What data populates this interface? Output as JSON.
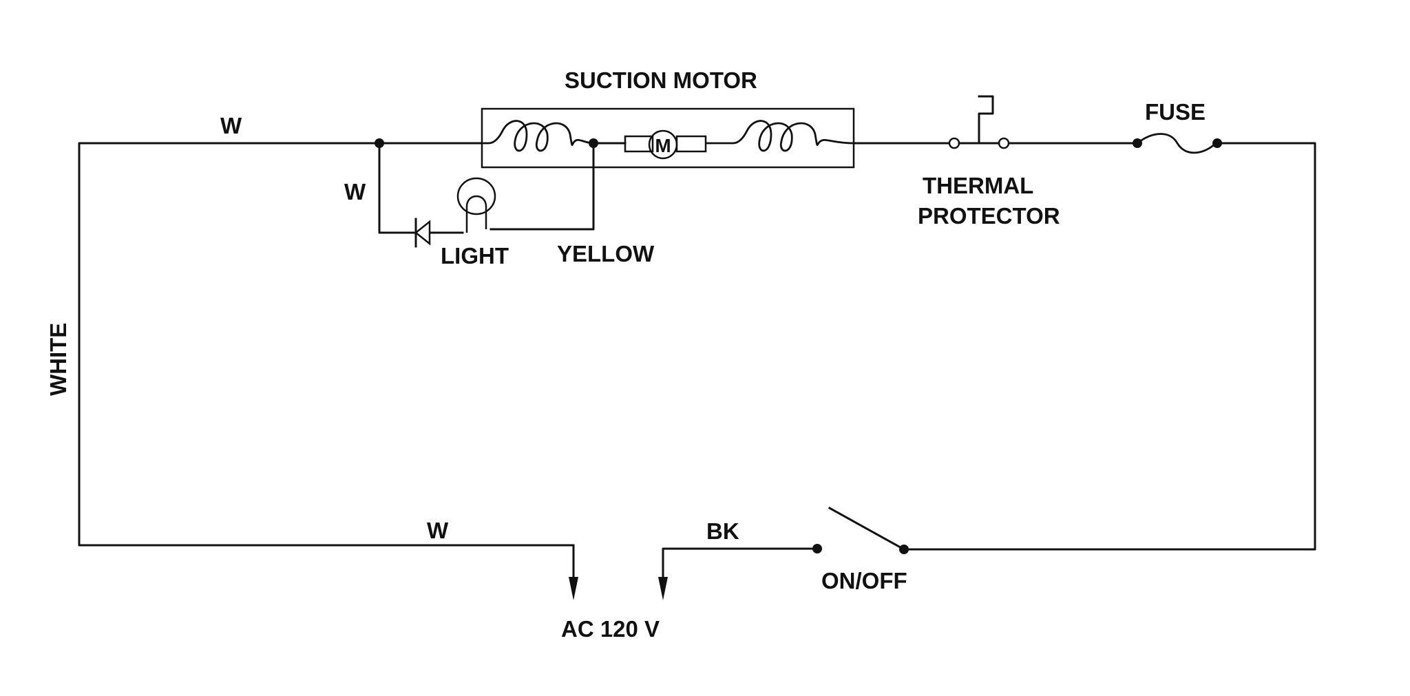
{
  "labels": {
    "suction_motor": "SUCTION MOTOR",
    "fuse": "FUSE",
    "thermal_line1": "THERMAL",
    "thermal_line2": "PROTECTOR",
    "motor_symbol": "M",
    "light": "LIGHT",
    "yellow": "YELLOW",
    "white": "WHITE",
    "wire_w_top": "W",
    "wire_w_branch": "W",
    "wire_w_bottom": "W",
    "wire_bk": "BK",
    "on_off": "ON/OFF",
    "ac_source": "AC 120 V"
  }
}
